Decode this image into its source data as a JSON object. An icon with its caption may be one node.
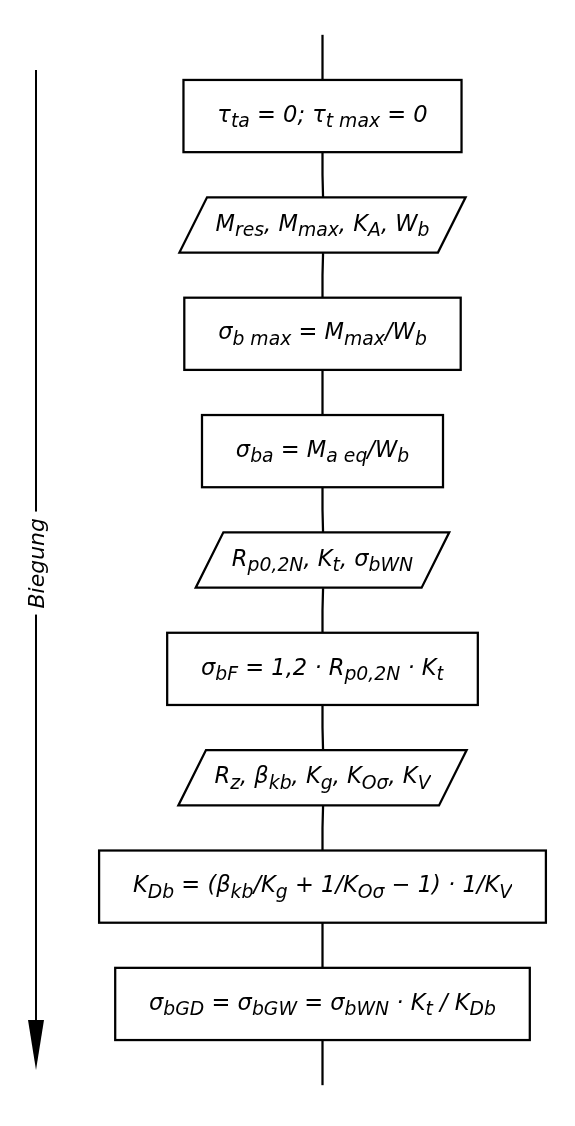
{
  "diagram": {
    "nodes": [
      {
        "text": [
          "τ$_{ta}$ = 0; τ$_{t max}$ = 0"
        ]
      },
      {
        "text": [
          "M$_{res}$, M$_{max}$, K$_{A}$, W$_{b}$"
        ]
      },
      {
        "text": [
          "σ$_{b max}$ = M$_{max}$/W$_{b}$"
        ]
      },
      {
        "text": [
          "σ$_{ba}$ = M$_{a eq}$/W$_{b}$"
        ]
      },
      {
        "text": [
          "R$_{p0,2N}$, K$_{t}$, σ$_{bWN}$"
        ]
      },
      {
        "text": [
          "σ$_{bF}$ = 1,2 · R$_{p0,2N}$ · K$_{t}$"
        ]
      },
      {
        "text": [
          "R$_{z}$, β$_{kb}$, K$_{g}$, K$_{Oσ}$, K$_{V}$"
        ]
      },
      {
        "text": [
          "K$_{Db}$ = (β$_{kb}$/K$_{g}$ + 1/K$_{Oσ}$ − 1) · 1/K$_{V}$"
        ]
      },
      {
        "text": [
          "σ$_{bGD}$ = σ$_{bGW}$ = σ$_{bWN}$ · K$_{t}$ / K$_{Db}$"
        ]
      }
    ],
    "edges": [
      {
        "from": null,
        "to": 0,
        "arrow": "none"
      },
      {
        "from": 0,
        "to": 1,
        "arrow": "none"
      },
      {
        "from": 1,
        "to": 2,
        "arrow": "none"
      },
      {
        "from": 2,
        "to": 3,
        "arrow": "none"
      },
      {
        "from": 3,
        "to": 4,
        "arrow": "none"
      },
      {
        "from": 4,
        "to": 5,
        "arrow": "none"
      },
      {
        "from": 5,
        "to": 6,
        "arrow": "none"
      },
      {
        "from": 6,
        "to": 7,
        "arrow": "none"
      },
      {
        "from": 7,
        "to": 8,
        "arrow": "none"
      },
      {
        "from": 8,
        "to": null,
        "arrow": "none"
      }
    ],
    "labels": [
      "Biegung"
    ]
  }
}
